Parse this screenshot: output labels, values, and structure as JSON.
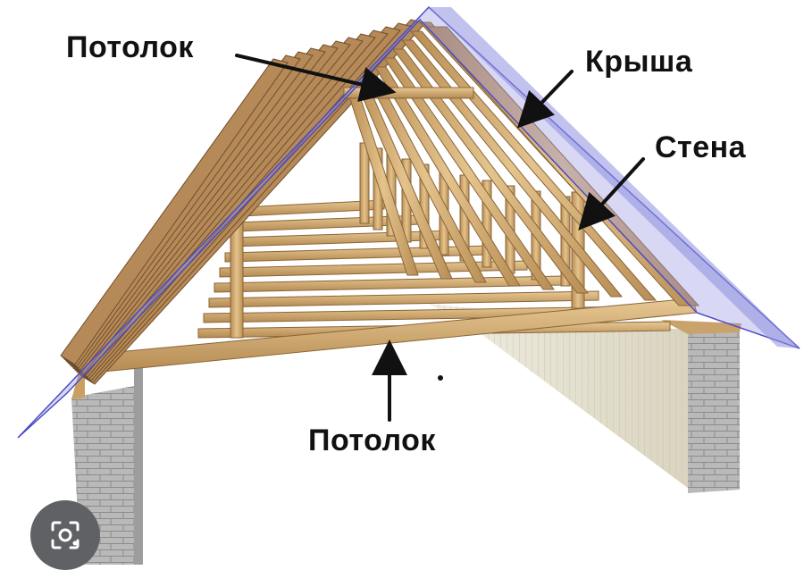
{
  "labels": {
    "ceiling_top": "Потолок",
    "roof": "Крыша",
    "wall": "Стена",
    "ceiling_bottom": "Потолок"
  },
  "icons": {
    "lens": "image-search-icon"
  },
  "colors": {
    "roof_membrane": "#8f8fe0",
    "roof_edge": "#4c4cc4",
    "timber": "#d8b176",
    "timber_dark": "#a7804a",
    "brick": "#b3b3b3",
    "gable_wall": "#e6e2d2",
    "arrow": "#111111"
  }
}
